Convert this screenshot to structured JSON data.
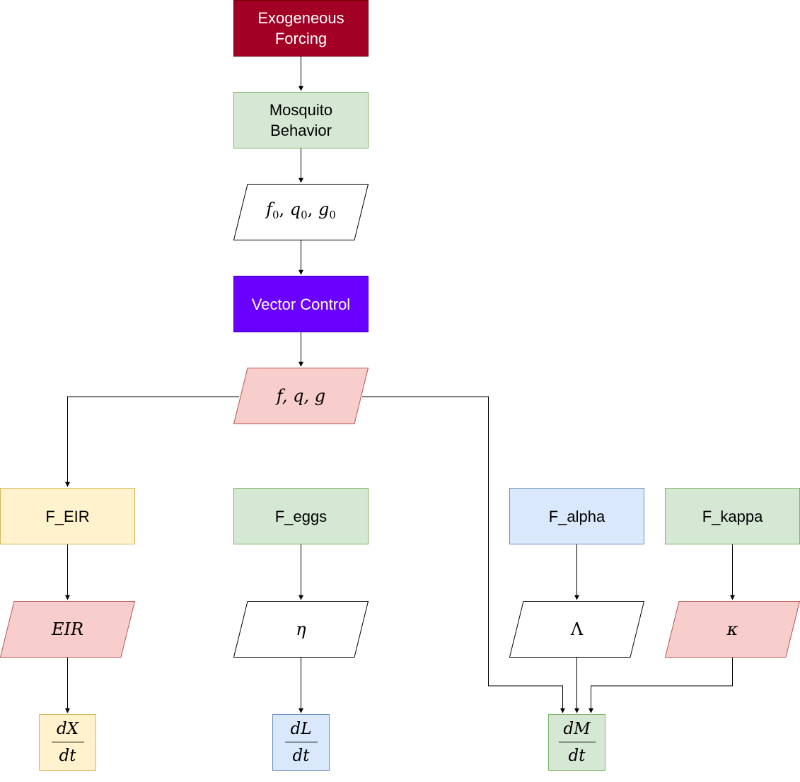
{
  "colors": {
    "dark_red_fill": "#a20025",
    "dark_red_stroke": "#6f0000",
    "green_fill": "#d5e8d4",
    "green_stroke": "#82b366",
    "purple_fill": "#6a00ff",
    "purple_stroke": "#3700cc",
    "red_fill": "#f8cecc",
    "red_stroke": "#b85450",
    "yellow_fill": "#fff2cc",
    "yellow_stroke": "#d6b656",
    "blue_fill": "#dae8fc",
    "blue_stroke": "#6c8ebf",
    "edge": "#000000"
  },
  "nodes": {
    "exogeneous_forcing": {
      "line1": "Exogeneous",
      "line2": "Forcing"
    },
    "mosquito_behavior": {
      "line1": "Mosquito",
      "line2": "Behavior"
    },
    "baseline_params": {
      "f": "f",
      "f_sub": "0",
      "q": "q",
      "q_sub": "0",
      "g": "g",
      "g_sub": "0"
    },
    "vector_control": {
      "label": "Vector Control"
    },
    "effect_params": {
      "label": "f, q, g"
    },
    "f_eir": {
      "label": "F_EIR"
    },
    "f_eggs": {
      "label": "F_eggs"
    },
    "f_alpha": {
      "label": "F_alpha"
    },
    "f_kappa": {
      "label": "F_kappa"
    },
    "eir": {
      "label": "EIR"
    },
    "eta": {
      "label": "η"
    },
    "lambda": {
      "label": "Λ"
    },
    "kappa": {
      "label": "κ"
    },
    "dxdt": {
      "num": "dX",
      "den": "dt"
    },
    "dldt": {
      "num": "dL",
      "den": "dt"
    },
    "dmdt": {
      "num": "dM",
      "den": "dt"
    }
  },
  "edges": [
    [
      "exogeneous_forcing",
      "mosquito_behavior"
    ],
    [
      "mosquito_behavior",
      "baseline_params"
    ],
    [
      "baseline_params",
      "vector_control"
    ],
    [
      "vector_control",
      "effect_params"
    ],
    [
      "effect_params",
      "f_eir"
    ],
    [
      "effect_params",
      "dmdt"
    ],
    [
      "f_eir",
      "eir"
    ],
    [
      "f_eggs",
      "eta"
    ],
    [
      "f_alpha",
      "lambda"
    ],
    [
      "f_kappa",
      "kappa"
    ],
    [
      "eir",
      "dxdt"
    ],
    [
      "eta",
      "dldt"
    ],
    [
      "lambda",
      "dmdt"
    ],
    [
      "kappa",
      "dmdt"
    ]
  ]
}
